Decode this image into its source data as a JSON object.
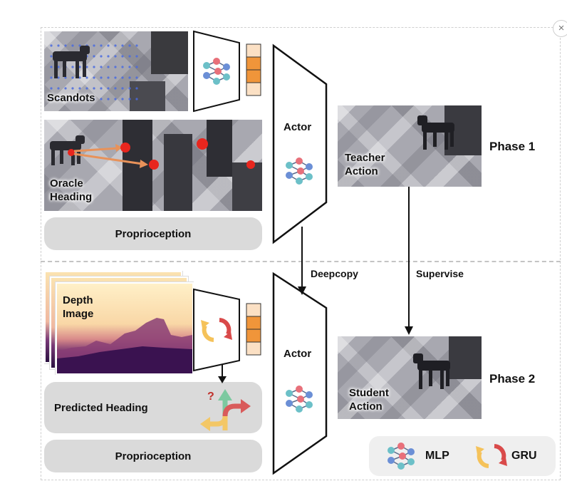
{
  "window": {
    "close_glyph": "×"
  },
  "phase1": {
    "scandots_label": "Scandots",
    "oracle_heading_label_1": "Oracle",
    "oracle_heading_label_2": "Heading",
    "proprioception_label": "Proprioception",
    "actor_label": "Actor",
    "teacher_action_label_1": "Teacher",
    "teacher_action_label_2": "Action",
    "phase_label": "Phase 1"
  },
  "links": {
    "deepcopy_label": "Deepcopy",
    "supervise_label": "Supervise"
  },
  "phase2": {
    "depth_image_label_1": "Depth",
    "depth_image_label_2": "Image",
    "predicted_heading_label": "Predicted Heading",
    "predicted_heading_mark": "?",
    "proprioception_label": "Proprioception",
    "actor_label": "Actor",
    "student_action_label_1": "Student",
    "student_action_label_2": "Action",
    "phase_label": "Phase 2"
  },
  "legend": {
    "mlp_label": "MLP",
    "gru_label": "GRU"
  },
  "colors": {
    "token_orange": "#f0953a",
    "token_light": "#fbe0c4",
    "mlp_node_red": "#e8707a",
    "mlp_node_teal": "#6cc0c8",
    "mlp_node_blue": "#6b8fd6",
    "gru_yellow": "#f5c25a",
    "gru_red": "#d94a4a",
    "heading_green": "#7cc9a0",
    "heading_red": "#d95b5b",
    "heading_yellow": "#f3c766",
    "oracle_dot": "#e8261e",
    "oracle_arrow": "#e8925a"
  }
}
